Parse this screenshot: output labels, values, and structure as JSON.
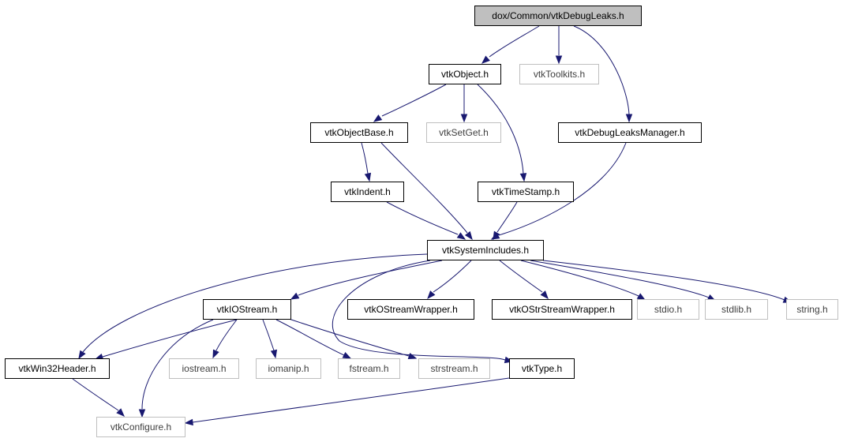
{
  "diagram": {
    "type": "include-dependency-graph",
    "colors": {
      "edge": "#191970",
      "root_fill": "#bfbfbf",
      "node_border": "#000000",
      "external_border": "#bfbfbf",
      "background": "#ffffff"
    },
    "nodes": [
      {
        "id": "root",
        "label": "dox/Common/vtkDebugLeaks.h",
        "kind": "root"
      },
      {
        "id": "vtkObject",
        "label": "vtkObject.h",
        "kind": "documented"
      },
      {
        "id": "vtkToolkits",
        "label": "vtkToolkits.h",
        "kind": "external"
      },
      {
        "id": "vtkObjectBase",
        "label": "vtkObjectBase.h",
        "kind": "documented"
      },
      {
        "id": "vtkSetGet",
        "label": "vtkSetGet.h",
        "kind": "external"
      },
      {
        "id": "vtkDebugLeaksManager",
        "label": "vtkDebugLeaksManager.h",
        "kind": "documented"
      },
      {
        "id": "vtkIndent",
        "label": "vtkIndent.h",
        "kind": "documented"
      },
      {
        "id": "vtkTimeStamp",
        "label": "vtkTimeStamp.h",
        "kind": "documented"
      },
      {
        "id": "vtkSystemIncludes",
        "label": "vtkSystemIncludes.h",
        "kind": "documented"
      },
      {
        "id": "vtkIOStream",
        "label": "vtkIOStream.h",
        "kind": "documented"
      },
      {
        "id": "vtkOStreamWrapper",
        "label": "vtkOStreamWrapper.h",
        "kind": "documented"
      },
      {
        "id": "vtkOStrStreamWrapper",
        "label": "vtkOStrStreamWrapper.h",
        "kind": "documented"
      },
      {
        "id": "stdio",
        "label": "stdio.h",
        "kind": "external"
      },
      {
        "id": "stdlib",
        "label": "stdlib.h",
        "kind": "external"
      },
      {
        "id": "string",
        "label": "string.h",
        "kind": "external"
      },
      {
        "id": "vtkWin32Header",
        "label": "vtkWin32Header.h",
        "kind": "documented"
      },
      {
        "id": "iostream",
        "label": "iostream.h",
        "kind": "external"
      },
      {
        "id": "iomanip",
        "label": "iomanip.h",
        "kind": "external"
      },
      {
        "id": "fstream",
        "label": "fstream.h",
        "kind": "external"
      },
      {
        "id": "strstream",
        "label": "strstream.h",
        "kind": "external"
      },
      {
        "id": "vtkType",
        "label": "vtkType.h",
        "kind": "documented"
      },
      {
        "id": "vtkConfigure",
        "label": "vtkConfigure.h",
        "kind": "external"
      }
    ],
    "edges": [
      {
        "from": "root",
        "to": "vtkObject"
      },
      {
        "from": "root",
        "to": "vtkToolkits"
      },
      {
        "from": "root",
        "to": "vtkDebugLeaksManager"
      },
      {
        "from": "vtkObject",
        "to": "vtkObjectBase"
      },
      {
        "from": "vtkObject",
        "to": "vtkSetGet"
      },
      {
        "from": "vtkObject",
        "to": "vtkTimeStamp"
      },
      {
        "from": "vtkObjectBase",
        "to": "vtkIndent"
      },
      {
        "from": "vtkObjectBase",
        "to": "vtkSystemIncludes"
      },
      {
        "from": "vtkIndent",
        "to": "vtkSystemIncludes"
      },
      {
        "from": "vtkTimeStamp",
        "to": "vtkSystemIncludes"
      },
      {
        "from": "vtkDebugLeaksManager",
        "to": "vtkSystemIncludes"
      },
      {
        "from": "vtkSystemIncludes",
        "to": "vtkIOStream"
      },
      {
        "from": "vtkSystemIncludes",
        "to": "vtkOStreamWrapper"
      },
      {
        "from": "vtkSystemIncludes",
        "to": "vtkOStrStreamWrapper"
      },
      {
        "from": "vtkSystemIncludes",
        "to": "stdio"
      },
      {
        "from": "vtkSystemIncludes",
        "to": "stdlib"
      },
      {
        "from": "vtkSystemIncludes",
        "to": "string"
      },
      {
        "from": "vtkSystemIncludes",
        "to": "vtkWin32Header"
      },
      {
        "from": "vtkSystemIncludes",
        "to": "vtkType"
      },
      {
        "from": "vtkIOStream",
        "to": "vtkWin32Header"
      },
      {
        "from": "vtkIOStream",
        "to": "iostream"
      },
      {
        "from": "vtkIOStream",
        "to": "iomanip"
      },
      {
        "from": "vtkIOStream",
        "to": "fstream"
      },
      {
        "from": "vtkIOStream",
        "to": "strstream"
      },
      {
        "from": "vtkIOStream",
        "to": "vtkConfigure"
      },
      {
        "from": "vtkWin32Header",
        "to": "vtkConfigure"
      },
      {
        "from": "vtkType",
        "to": "vtkConfigure"
      }
    ]
  }
}
